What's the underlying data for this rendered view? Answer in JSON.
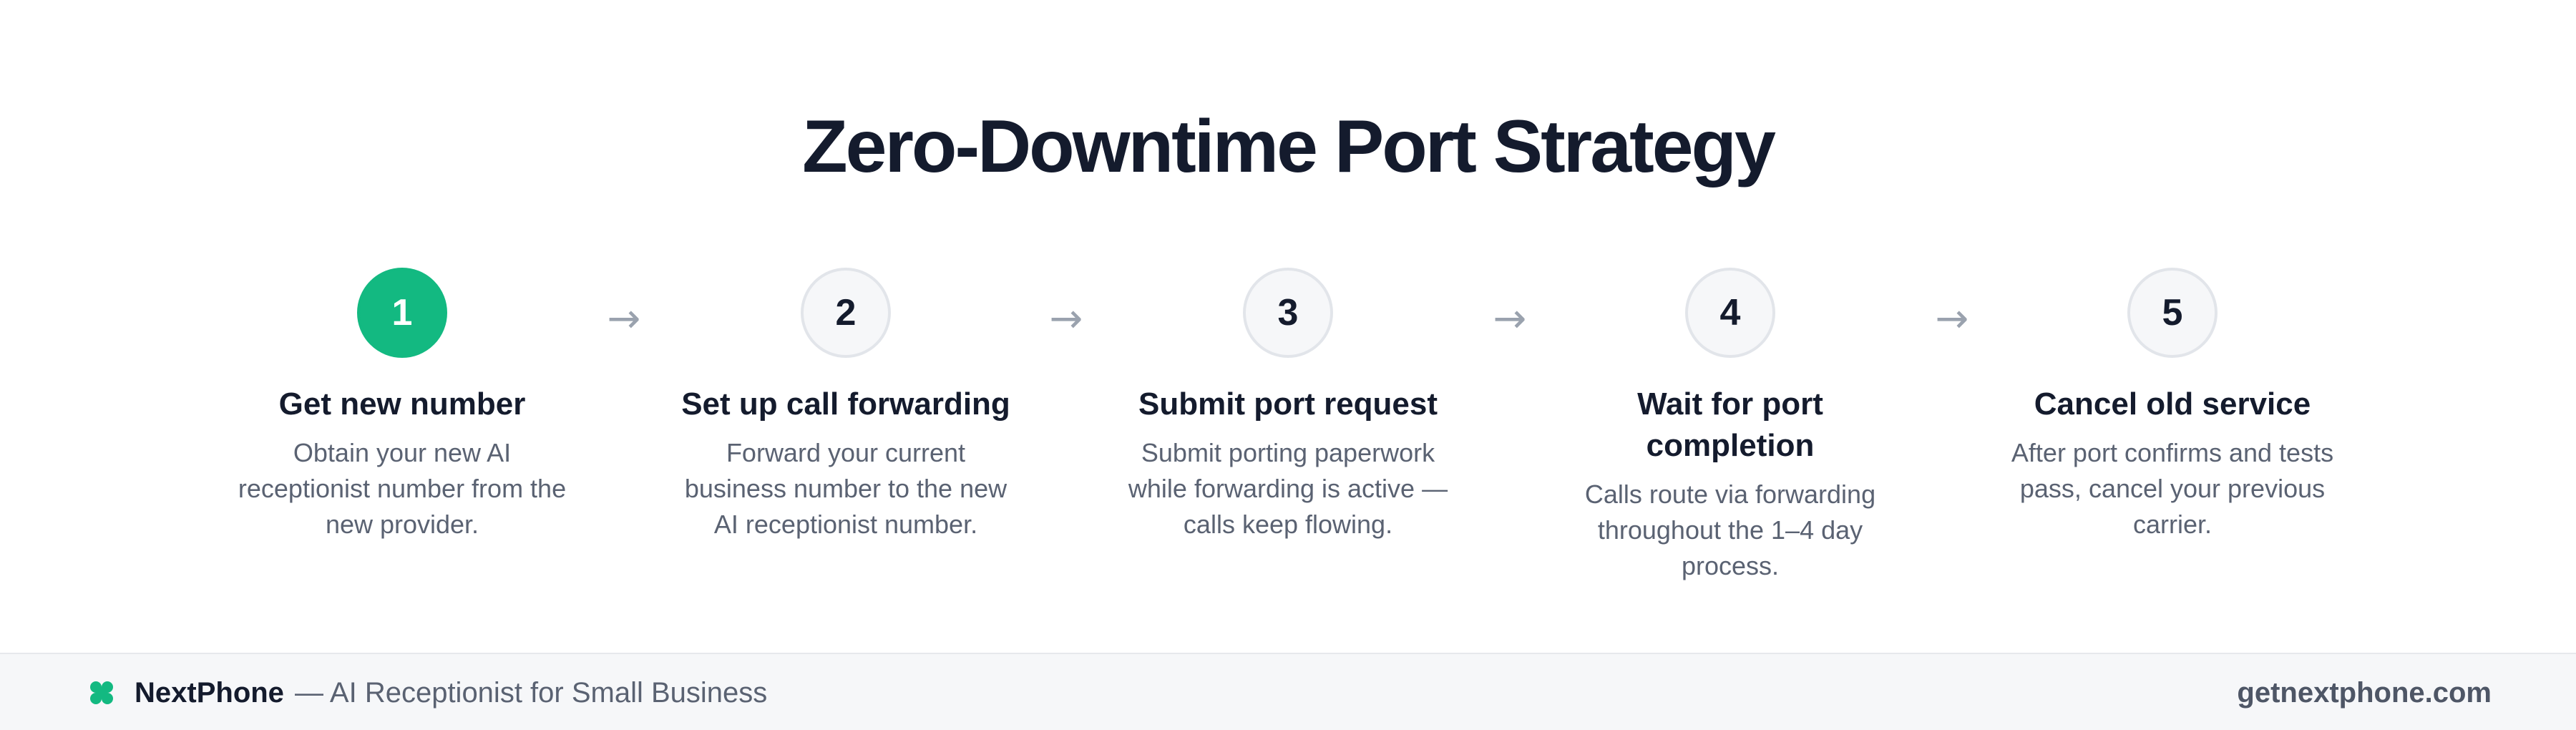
{
  "title": "Zero-Downtime Port Strategy",
  "arrow_glyph": "→",
  "steps": [
    {
      "number": "1",
      "title": "Get new number",
      "description": "Obtain your new AI receptionist number from the new provider.",
      "active": true
    },
    {
      "number": "2",
      "title": "Set up call forwarding",
      "description": "Forward your current business number to the new AI receptionist number.",
      "active": false
    },
    {
      "number": "3",
      "title": "Submit port request",
      "description": "Submit porting paperwork while forwarding is active — calls keep flowing.",
      "active": false
    },
    {
      "number": "4",
      "title": "Wait for port completion",
      "description": "Calls route via forwarding throughout the 1–4 day process.",
      "active": false
    },
    {
      "number": "5",
      "title": "Cancel old service",
      "description": "After port confirms and tests pass, cancel your previous carrier.",
      "active": false
    }
  ],
  "footer": {
    "brand": "NextPhone",
    "tagline": "— AI Receptionist for Small Business",
    "website": "getnextphone.com",
    "logo_icon": "clover-icon",
    "logo_color": "#13b981"
  },
  "colors": {
    "accent": "#13b981",
    "heading": "#141b2d",
    "muted_text": "#5a6272",
    "circle_border": "#e2e5ea",
    "arrow": "#9aa2ae"
  }
}
